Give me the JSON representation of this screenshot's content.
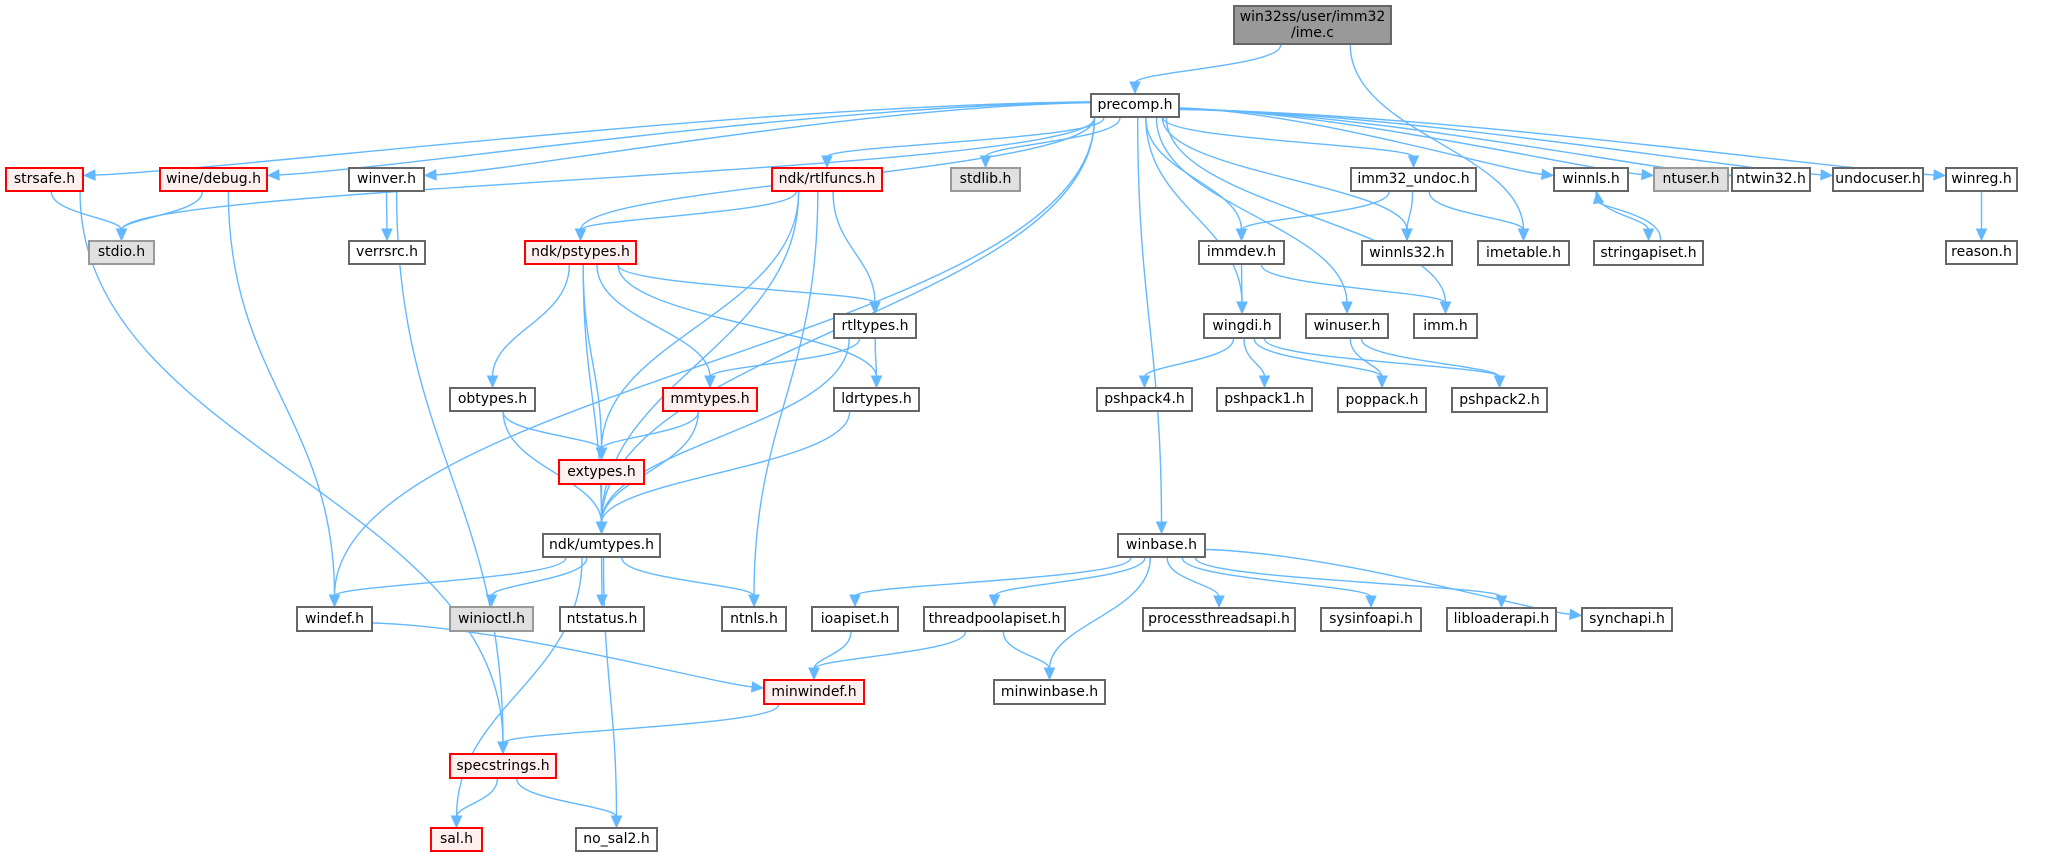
{
  "title": "win32ss/user/imm32/ime.c include dependency graph",
  "colors": {
    "edge": "#63b8ff",
    "root_fill": "#999999",
    "normal_border": "#666666",
    "truncated_border": "#ff0000",
    "truncated_fill": "#fff0f0",
    "missing_fill": "#e0e0e0",
    "missing_border": "#999999"
  },
  "nodes": {
    "ime_c": {
      "label": "win32ss/user/imm32\n/ime.c",
      "style": "root"
    },
    "precomp_h": {
      "label": "precomp.h",
      "style": "normal"
    },
    "strsafe_h": {
      "label": "strsafe.h",
      "style": "red"
    },
    "wine_debug_h": {
      "label": "wine/debug.h",
      "style": "red"
    },
    "winver_h": {
      "label": "winver.h",
      "style": "normal"
    },
    "ndk_rtlfuncs_h": {
      "label": "ndk/rtlfuncs.h",
      "style": "red"
    },
    "stdlib_h": {
      "label": "stdlib.h",
      "style": "gray"
    },
    "imm32_undoc_h": {
      "label": "imm32_undoc.h",
      "style": "normal"
    },
    "winnls_h": {
      "label": "winnls.h",
      "style": "normal"
    },
    "ntuser_h": {
      "label": "ntuser.h",
      "style": "gray"
    },
    "ntwin32_h": {
      "label": "ntwin32.h",
      "style": "normal"
    },
    "undocuser_h": {
      "label": "undocuser.h",
      "style": "normal"
    },
    "winreg_h": {
      "label": "winreg.h",
      "style": "normal"
    },
    "reason_h": {
      "label": "reason.h",
      "style": "normal"
    },
    "stdio_h": {
      "label": "stdio.h",
      "style": "gray"
    },
    "verrsrc_h": {
      "label": "verrsrc.h",
      "style": "normal"
    },
    "ndk_pstypes_h": {
      "label": "ndk/pstypes.h",
      "style": "red"
    },
    "immdev_h": {
      "label": "immdev.h",
      "style": "normal"
    },
    "winnls32_h": {
      "label": "winnls32.h",
      "style": "normal"
    },
    "imetable_h": {
      "label": "imetable.h",
      "style": "normal"
    },
    "stringapiset_h": {
      "label": "stringapiset.h",
      "style": "normal"
    },
    "imm_h": {
      "label": "imm.h",
      "style": "normal"
    },
    "rtltypes_h": {
      "label": "rtltypes.h",
      "style": "normal"
    },
    "wingdi_h": {
      "label": "wingdi.h",
      "style": "normal"
    },
    "winuser_h": {
      "label": "winuser.h",
      "style": "normal"
    },
    "obtypes_h": {
      "label": "obtypes.h",
      "style": "normal"
    },
    "mmtypes_h": {
      "label": "mmtypes.h",
      "style": "red"
    },
    "ldrtypes_h": {
      "label": "ldrtypes.h",
      "style": "normal"
    },
    "pshpack4_h": {
      "label": "pshpack4.h",
      "style": "normal"
    },
    "pshpack1_h": {
      "label": "pshpack1.h",
      "style": "normal"
    },
    "poppack_h": {
      "label": "poppack.h",
      "style": "normal"
    },
    "pshpack2_h": {
      "label": "pshpack2.h",
      "style": "normal"
    },
    "extypes_h": {
      "label": "extypes.h",
      "style": "red"
    },
    "ndk_umtypes_h": {
      "label": "ndk/umtypes.h",
      "style": "normal"
    },
    "winbase_h": {
      "label": "winbase.h",
      "style": "normal"
    },
    "windef_h": {
      "label": "windef.h",
      "style": "normal"
    },
    "winioctl_h": {
      "label": "winioctl.h",
      "style": "gray"
    },
    "ntstatus_h": {
      "label": "ntstatus.h",
      "style": "normal"
    },
    "ntnls_h": {
      "label": "ntnls.h",
      "style": "normal"
    },
    "ioapiset_h": {
      "label": "ioapiset.h",
      "style": "normal"
    },
    "threadpoolapiset_h": {
      "label": "threadpoolapiset.h",
      "style": "normal"
    },
    "processthreadsapi_h": {
      "label": "processthreadsapi.h",
      "style": "normal"
    },
    "sysinfoapi_h": {
      "label": "sysinfoapi.h",
      "style": "normal"
    },
    "libloaderapi_h": {
      "label": "libloaderapi.h",
      "style": "normal"
    },
    "synchapi_h": {
      "label": "synchapi.h",
      "style": "normal"
    },
    "minwindef_h": {
      "label": "minwindef.h",
      "style": "red"
    },
    "minwinbase_h": {
      "label": "minwinbase.h",
      "style": "normal"
    },
    "specstrings_h": {
      "label": "specstrings.h",
      "style": "red"
    },
    "sal_h": {
      "label": "sal.h",
      "style": "red"
    },
    "no_sal2_h": {
      "label": "no_sal2.h",
      "style": "normal"
    }
  },
  "edges": [
    [
      "ime_c",
      "precomp_h"
    ],
    [
      "ime_c",
      "imetable_h"
    ],
    [
      "precomp_h",
      "strsafe_h"
    ],
    [
      "precomp_h",
      "wine_debug_h"
    ],
    [
      "precomp_h",
      "winver_h"
    ],
    [
      "precomp_h",
      "stdio_h"
    ],
    [
      "precomp_h",
      "windef_h"
    ],
    [
      "precomp_h",
      "ndk_umtypes_h"
    ],
    [
      "precomp_h",
      "ndk_pstypes_h"
    ],
    [
      "precomp_h",
      "ndk_rtlfuncs_h"
    ],
    [
      "precomp_h",
      "stdlib_h"
    ],
    [
      "precomp_h",
      "winbase_h"
    ],
    [
      "precomp_h",
      "wingdi_h"
    ],
    [
      "precomp_h",
      "immdev_h"
    ],
    [
      "precomp_h",
      "winuser_h"
    ],
    [
      "precomp_h",
      "imm_h"
    ],
    [
      "precomp_h",
      "imm32_undoc_h"
    ],
    [
      "precomp_h",
      "winnls32_h"
    ],
    [
      "precomp_h",
      "winnls_h"
    ],
    [
      "precomp_h",
      "ntuser_h"
    ],
    [
      "precomp_h",
      "ntwin32_h"
    ],
    [
      "precomp_h",
      "undocuser_h"
    ],
    [
      "precomp_h",
      "winreg_h"
    ],
    [
      "strsafe_h",
      "stdio_h"
    ],
    [
      "strsafe_h",
      "specstrings_h"
    ],
    [
      "wine_debug_h",
      "stdio_h"
    ],
    [
      "wine_debug_h",
      "windef_h"
    ],
    [
      "winver_h",
      "verrsrc_h"
    ],
    [
      "winver_h",
      "specstrings_h"
    ],
    [
      "ndk_rtlfuncs_h",
      "ndk_pstypes_h"
    ],
    [
      "ndk_rtlfuncs_h",
      "rtltypes_h"
    ],
    [
      "ndk_rtlfuncs_h",
      "extypes_h"
    ],
    [
      "ndk_rtlfuncs_h",
      "ndk_umtypes_h"
    ],
    [
      "ndk_rtlfuncs_h",
      "ntnls_h"
    ],
    [
      "ndk_pstypes_h",
      "obtypes_h"
    ],
    [
      "ndk_pstypes_h",
      "extypes_h"
    ],
    [
      "ndk_pstypes_h",
      "mmtypes_h"
    ],
    [
      "ndk_pstypes_h",
      "ldrtypes_h"
    ],
    [
      "ndk_pstypes_h",
      "rtltypes_h"
    ],
    [
      "ndk_pstypes_h",
      "ndk_umtypes_h"
    ],
    [
      "rtltypes_h",
      "mmtypes_h"
    ],
    [
      "rtltypes_h",
      "ldrtypes_h"
    ],
    [
      "rtltypes_h",
      "ndk_umtypes_h"
    ],
    [
      "obtypes_h",
      "extypes_h"
    ],
    [
      "obtypes_h",
      "ndk_umtypes_h"
    ],
    [
      "mmtypes_h",
      "extypes_h"
    ],
    [
      "mmtypes_h",
      "ndk_umtypes_h"
    ],
    [
      "ldrtypes_h",
      "ndk_umtypes_h"
    ],
    [
      "extypes_h",
      "ndk_umtypes_h"
    ],
    [
      "ndk_umtypes_h",
      "windef_h"
    ],
    [
      "ndk_umtypes_h",
      "winioctl_h"
    ],
    [
      "ndk_umtypes_h",
      "ntstatus_h"
    ],
    [
      "ndk_umtypes_h",
      "ntnls_h"
    ],
    [
      "ndk_umtypes_h",
      "sal_h"
    ],
    [
      "ndk_umtypes_h",
      "no_sal2_h"
    ],
    [
      "imm32_undoc_h",
      "immdev_h"
    ],
    [
      "imm32_undoc_h",
      "winnls32_h"
    ],
    [
      "imm32_undoc_h",
      "imetable_h"
    ],
    [
      "immdev_h",
      "wingdi_h"
    ],
    [
      "immdev_h",
      "imm_h"
    ],
    [
      "winnls_h",
      "stringapiset_h"
    ],
    [
      "stringapiset_h",
      "winnls_h"
    ],
    [
      "winreg_h",
      "reason_h"
    ],
    [
      "wingdi_h",
      "pshpack4_h"
    ],
    [
      "wingdi_h",
      "pshpack1_h"
    ],
    [
      "wingdi_h",
      "poppack_h"
    ],
    [
      "wingdi_h",
      "pshpack2_h"
    ],
    [
      "winuser_h",
      "poppack_h"
    ],
    [
      "winuser_h",
      "pshpack2_h"
    ],
    [
      "winbase_h",
      "ioapiset_h"
    ],
    [
      "winbase_h",
      "threadpoolapiset_h"
    ],
    [
      "winbase_h",
      "minwinbase_h"
    ],
    [
      "winbase_h",
      "processthreadsapi_h"
    ],
    [
      "winbase_h",
      "sysinfoapi_h"
    ],
    [
      "winbase_h",
      "libloaderapi_h"
    ],
    [
      "winbase_h",
      "synchapi_h"
    ],
    [
      "ioapiset_h",
      "minwindef_h"
    ],
    [
      "threadpoolapiset_h",
      "minwindef_h"
    ],
    [
      "threadpoolapiset_h",
      "minwinbase_h"
    ],
    [
      "windef_h",
      "minwindef_h"
    ],
    [
      "minwindef_h",
      "specstrings_h"
    ],
    [
      "specstrings_h",
      "sal_h"
    ],
    [
      "specstrings_h",
      "no_sal2_h"
    ]
  ]
}
